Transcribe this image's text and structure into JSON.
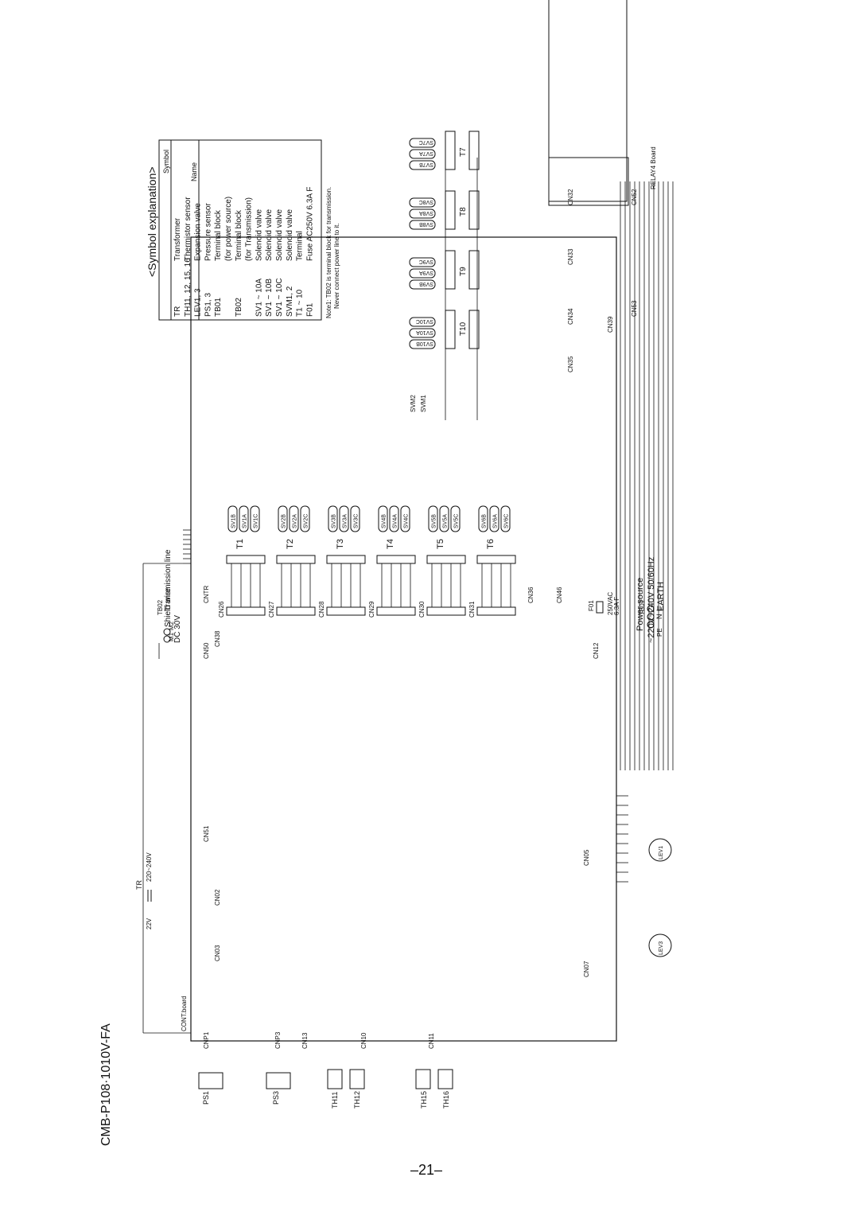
{
  "model_title": "CMB-P108·1010V-FA",
  "page_number": "–21–",
  "symbol_table": {
    "heading": "<Symbol explanation>",
    "col_symbol": "Symbol",
    "col_name": "Name",
    "rows": [
      {
        "symbol": "TR",
        "name": "Transformer"
      },
      {
        "symbol": "TH11, 12, 15, 16",
        "name": "Thermistor sensor"
      },
      {
        "symbol": "LEV1, 3",
        "name": "Expansion valve"
      },
      {
        "symbol": "PS1, 3",
        "name": "Pressure sensor"
      },
      {
        "symbol": "TB01",
        "name": "Terminal block"
      },
      {
        "symbol": "",
        "name": "(for power source)"
      },
      {
        "symbol": "TB02",
        "name": "Terminal block"
      },
      {
        "symbol": "",
        "name": "(for Transmission)"
      },
      {
        "symbol": "SV1 ~ 10A",
        "name": "Solenoid valve"
      },
      {
        "symbol": "SV1 ~ 10B",
        "name": "Solenoid valve"
      },
      {
        "symbol": "SV1 ~ 10C",
        "name": "Solenoid valve"
      },
      {
        "symbol": "SVM1, 2",
        "name": "Solenoid valve"
      },
      {
        "symbol": "T1 ~ 10",
        "name": "Terminal"
      },
      {
        "symbol": "F01",
        "name": "Fuse AC250V 6.3A F"
      }
    ],
    "note_line1": "Note1: TB02 is terminal block for transmission.",
    "note_line2": "Never connect power line to it."
  },
  "labels": {
    "tb02": "TB02",
    "m1": "M1",
    "m2": "M2",
    "shield_wire": "Shield wire",
    "transmission_line": "Transmission line",
    "dc30v": "DC 30V",
    "tb01": "TB01",
    "l": "L",
    "n": "N",
    "pe": "PE",
    "power_source": "Power source",
    "voltage": "~220V~240V 50/60Hz",
    "earth": "EARTH",
    "tr": "TR",
    "v22": "22V",
    "v220": "220~240V",
    "cont_board": "CONT.board",
    "relay_board": "RELAY4 Board",
    "fuse_f01": "F01",
    "fuse_rating1": "250VAC",
    "fuse_rating2": "6.3A F",
    "cntr": "CNTR",
    "cn38": "CN38",
    "cn50": "CN50",
    "cn51": "CN51",
    "cn02": "CN02",
    "cn03": "CN03",
    "cn12": "CN12",
    "cn05": "CN05",
    "cn07": "CN07",
    "cnp1": "CNP1",
    "cnp3": "CNP3",
    "cn13": "CN13",
    "cn10": "CN10",
    "cn11": "CN11",
    "cn36": "CN36",
    "cn46": "CN46",
    "cn52": "CN52",
    "cn53": "CN53",
    "cn39": "CN39",
    "cn32": "CN32",
    "cn33": "CN33",
    "cn34": "CN34",
    "cn35": "CN35",
    "lev1": "LEV1",
    "lev3": "LEV3",
    "ps1": "PS1",
    "ps3": "PS3",
    "th11": "TH11",
    "th12": "TH12",
    "th15": "TH15",
    "th16": "TH16",
    "svm1": "SVM1",
    "svm2": "SVM2"
  },
  "cont_connectors": [
    "CN26",
    "CN27",
    "CN28",
    "CN29",
    "CN30",
    "CN31"
  ],
  "cont_terminals": [
    "T1",
    "T2",
    "T3",
    "T4",
    "T5",
    "T6"
  ],
  "cont_valves": [
    [
      "SV1B",
      "SV1A",
      "SV1C"
    ],
    [
      "SV2B",
      "SV2A",
      "SV2C"
    ],
    [
      "SV3B",
      "SV3A",
      "SV3C"
    ],
    [
      "SV4B",
      "SV4A",
      "SV4C"
    ],
    [
      "SV5B",
      "SV5A",
      "SV5C"
    ],
    [
      "SV6B",
      "SV6A",
      "SV6C"
    ]
  ],
  "relay_terminals": [
    "T10",
    "T9",
    "T8",
    "T7"
  ],
  "relay_valves": [
    [
      "SV10B",
      "SV10A",
      "SV10C"
    ],
    [
      "SV9B",
      "SV9A",
      "SV9C"
    ],
    [
      "SV8B",
      "SV8A",
      "SV8C"
    ],
    [
      "SV7B",
      "SV7A",
      "SV7C"
    ]
  ]
}
